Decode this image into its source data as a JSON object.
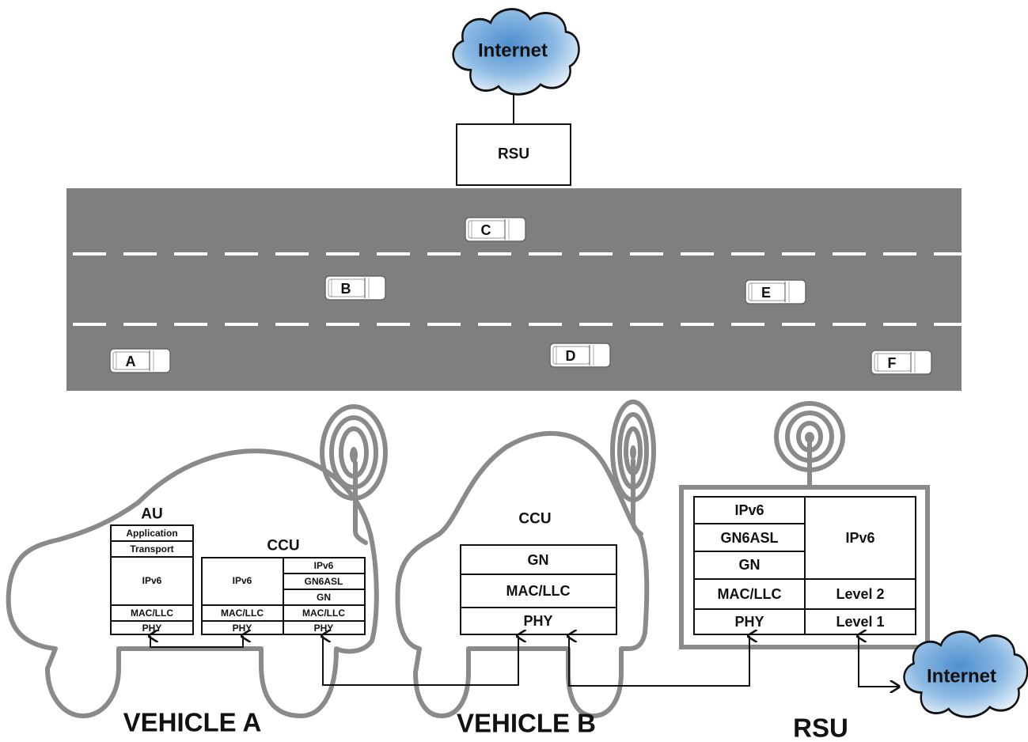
{
  "top": {
    "cloud_label": "Internet",
    "rsu_label": "RSU"
  },
  "road": {
    "lanes": 3,
    "cars": [
      {
        "id": "A",
        "label": "A",
        "lane": 3
      },
      {
        "id": "B",
        "label": "B",
        "lane": 2
      },
      {
        "id": "C",
        "label": "C",
        "lane": 1
      },
      {
        "id": "D",
        "label": "D",
        "lane": 3
      },
      {
        "id": "E",
        "label": "E",
        "lane": 2
      },
      {
        "id": "F",
        "label": "F",
        "lane": 3
      }
    ]
  },
  "vehicle_a": {
    "title": "VEHICLE A",
    "au": {
      "title": "AU",
      "layers": [
        "Application",
        "Transport",
        "IPv6",
        "MAC/LLC",
        "PHY"
      ]
    },
    "ccu": {
      "title": "CCU",
      "left_column": [
        "IPv6",
        "MAC/LLC",
        "PHY"
      ],
      "right_column": [
        "IPv6",
        "GN6ASL",
        "GN",
        "MAC/LLC",
        "PHY"
      ]
    }
  },
  "vehicle_b": {
    "title": "VEHICLE B",
    "ccu": {
      "title": "CCU",
      "layers": [
        "GN",
        "MAC/LLC",
        "PHY"
      ]
    }
  },
  "rsu": {
    "title": "RSU",
    "left_column": [
      "IPv6",
      "GN6ASL",
      "GN",
      "MAC/LLC",
      "PHY"
    ],
    "right_column": [
      "IPv6",
      "Level 2",
      "Level 1"
    ],
    "cloud_label": "Internet"
  },
  "colors": {
    "road": "#7f7f7f",
    "lane_marking": "#ffffff",
    "outline_gray": "#8a8a8a",
    "cloud_blue": "#6fa3d6",
    "cloud_light": "#dbe9f7",
    "text": "#111111"
  }
}
